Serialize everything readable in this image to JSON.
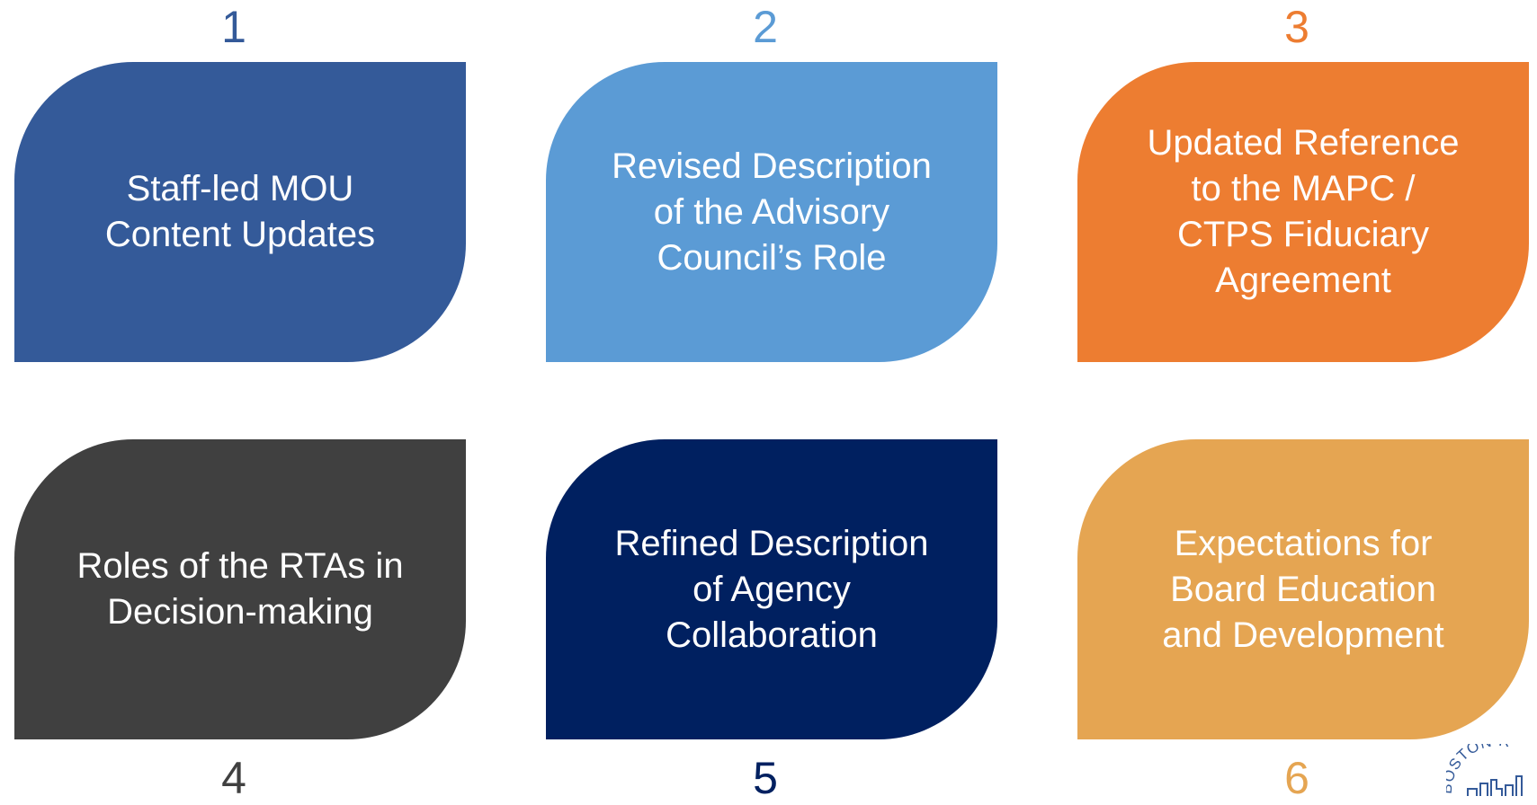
{
  "steps": [
    {
      "number": "1",
      "text": "Staff-led MOU\nContent Updates",
      "color": "#345a99",
      "number_color": "#345a99"
    },
    {
      "number": "2",
      "text": "Revised Description\nof the Advisory\nCouncil’s Role",
      "color": "#5b9bd5",
      "number_color": "#5b9bd5"
    },
    {
      "number": "3",
      "text": "Updated Reference\nto the MAPC /\nCTPS Fiduciary\nAgreement",
      "color": "#ed7d31",
      "number_color": "#ed7d31"
    },
    {
      "number": "4",
      "text": "Roles of the RTAs in\nDecision-making",
      "color": "#404040",
      "number_color": "#404040"
    },
    {
      "number": "5",
      "text": "Refined Description\nof Agency\nCollaboration",
      "color": "#002060",
      "number_color": "#002060"
    },
    {
      "number": "6",
      "text": "Expectations for\nBoard Education\nand Development",
      "color": "#e5a552",
      "number_color": "#e5a552"
    }
  ],
  "logo": {
    "text": "BOSTON R",
    "icon": "skyline-logo-icon",
    "color": "#345a99"
  }
}
